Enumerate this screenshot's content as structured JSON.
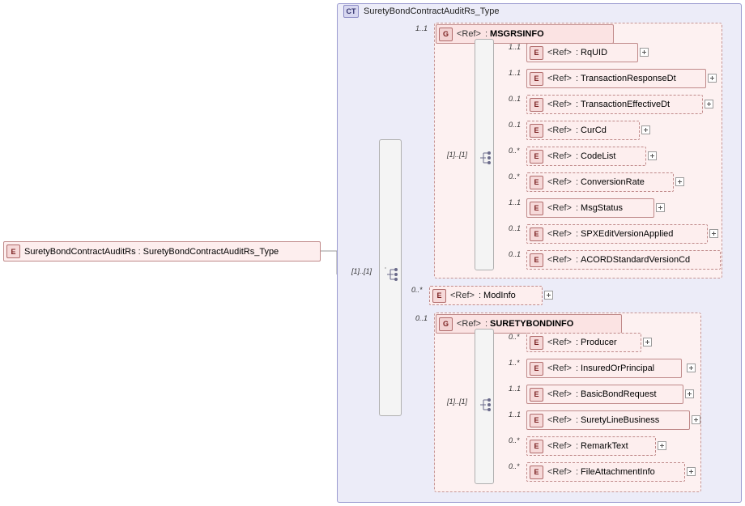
{
  "diagram": {
    "title": "SuretyBondContractAuditRs_Type",
    "root": {
      "tag": "E",
      "name": "SuretyBondContractAuditRs",
      "separator": ":",
      "type": "SuretyBondContractAuditRs_Type"
    },
    "complex_type": {
      "tag": "CT",
      "label": "SuretyBondContractAuditRs_Type"
    },
    "root_occurrence": "[1]..[1]",
    "groups": [
      {
        "tag": "G",
        "ref": "<Ref>",
        "separator": ":",
        "label": "MSGRSINFO",
        "occurrence": "1..1",
        "inner_occurrence": "[1]..[1]",
        "children": [
          {
            "tag": "E",
            "ref": "<Ref>",
            "separator": ":",
            "label": "RqUID",
            "occurrence": "1..1",
            "dashed": false,
            "plus": true
          },
          {
            "tag": "E",
            "ref": "<Ref>",
            "separator": ":",
            "label": "TransactionResponseDt",
            "occurrence": "1..1",
            "dashed": false,
            "plus": true
          },
          {
            "tag": "E",
            "ref": "<Ref>",
            "separator": ":",
            "label": "TransactionEffectiveDt",
            "occurrence": "0..1",
            "dashed": true,
            "plus": true
          },
          {
            "tag": "E",
            "ref": "<Ref>",
            "separator": ":",
            "label": "CurCd",
            "occurrence": "0..1",
            "dashed": true,
            "plus": true
          },
          {
            "tag": "E",
            "ref": "<Ref>",
            "separator": ":",
            "label": "CodeList",
            "occurrence": "0..*",
            "dashed": true,
            "plus": true
          },
          {
            "tag": "E",
            "ref": "<Ref>",
            "separator": ":",
            "label": "ConversionRate",
            "occurrence": "0..*",
            "dashed": true,
            "plus": true
          },
          {
            "tag": "E",
            "ref": "<Ref>",
            "separator": ":",
            "label": "MsgStatus",
            "occurrence": "1..1",
            "dashed": false,
            "plus": true
          },
          {
            "tag": "E",
            "ref": "<Ref>",
            "separator": ":",
            "label": "SPXEditVersionApplied",
            "occurrence": "0..1",
            "dashed": true,
            "plus": true
          },
          {
            "tag": "E",
            "ref": "<Ref>",
            "separator": ":",
            "label": "ACORDStandardVersionCd",
            "occurrence": "0..1",
            "dashed": true,
            "plus": true
          }
        ]
      },
      {
        "tag": "G",
        "ref": "<Ref>",
        "separator": ":",
        "label": "SURETYBONDINFO",
        "occurrence": "0..1",
        "inner_occurrence": "[1]..[1]",
        "children": [
          {
            "tag": "E",
            "ref": "<Ref>",
            "separator": ":",
            "label": "Producer",
            "occurrence": "0..*",
            "dashed": true,
            "plus": true
          },
          {
            "tag": "E",
            "ref": "<Ref>",
            "separator": ":",
            "label": "InsuredOrPrincipal",
            "occurrence": "1..*",
            "dashed": false,
            "plus": true
          },
          {
            "tag": "E",
            "ref": "<Ref>",
            "separator": ":",
            "label": "BasicBondRequest",
            "occurrence": "1..1",
            "dashed": false,
            "plus": true
          },
          {
            "tag": "E",
            "ref": "<Ref>",
            "separator": ":",
            "label": "SuretyLineBusiness",
            "occurrence": "1..1",
            "dashed": false,
            "plus": true
          },
          {
            "tag": "E",
            "ref": "<Ref>",
            "separator": ":",
            "label": "RemarkText",
            "occurrence": "0..*",
            "dashed": true,
            "plus": true
          },
          {
            "tag": "E",
            "ref": "<Ref>",
            "separator": ":",
            "label": "FileAttachmentInfo",
            "occurrence": "0..*",
            "dashed": true,
            "plus": true
          }
        ]
      }
    ],
    "standalone": {
      "tag": "E",
      "ref": "<Ref>",
      "separator": ":",
      "label": "ModInfo",
      "occurrence": "0..*",
      "dashed": true,
      "plus": true
    },
    "colors": {
      "element_border": "#c08a8a",
      "element_fill": "#fdeeee",
      "group_fill": "#fdf1f1",
      "complextype_border": "#9a9ad0",
      "complextype_fill": "#ececf8"
    }
  }
}
